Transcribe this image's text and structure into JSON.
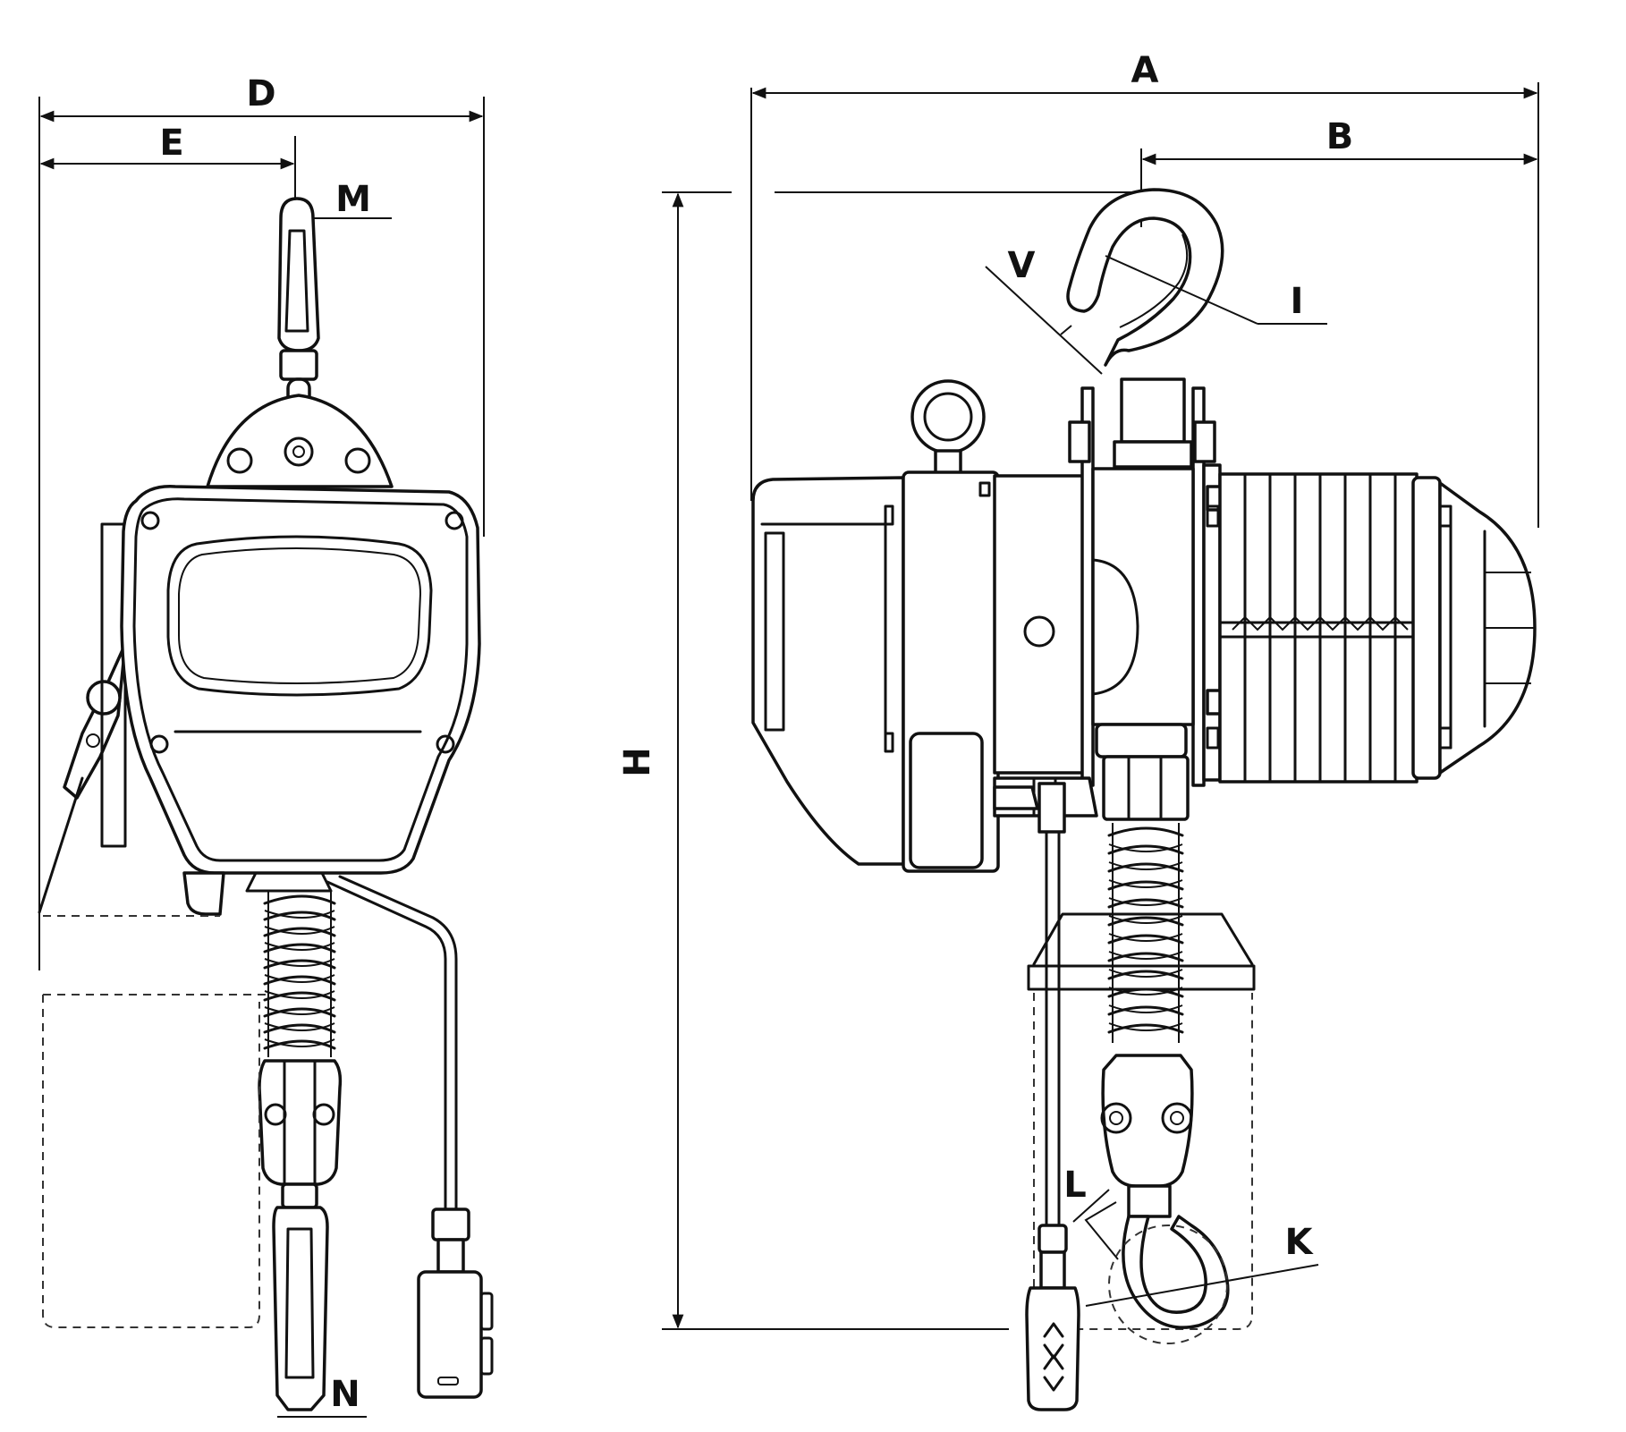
{
  "colors": {
    "line": "#111111",
    "background": "#ffffff"
  },
  "views": {
    "front": {
      "labels": {
        "D": "D",
        "E": "E",
        "M": "M",
        "N": "N"
      }
    },
    "side": {
      "labels": {
        "A": "A",
        "B": "B",
        "H": "H",
        "I": "I",
        "V": "V",
        "L": "L",
        "K": "K"
      }
    }
  },
  "pendant": {
    "buttons_icon": "arrow-up-down-icon"
  }
}
